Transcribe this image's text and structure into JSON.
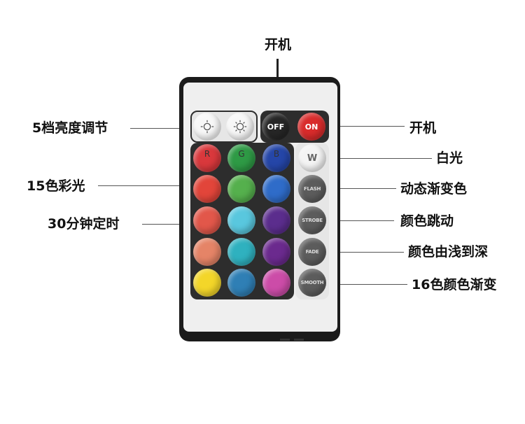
{
  "labels": {
    "power_top": "开机",
    "brightness": "5档亮度调节",
    "power_right": "开机",
    "white_light": "白光",
    "colors15": "15色彩光",
    "dynamic_fade": "动态渐变色",
    "timer30": "30分钟定时",
    "color_jump": "颜色跳动",
    "light_to_dark": "颜色由浅到深",
    "colors16": "16色颜色渐变"
  },
  "remote": {
    "off_label": "OFF",
    "on_label": "ON",
    "r_label": "R",
    "g_label": "G",
    "b_label": "B",
    "w_label": "W",
    "flash_label": "FLASH",
    "strobe_label": "STROBE",
    "fade_label": "FADE",
    "smooth_label": "SMOOTH"
  },
  "colors": {
    "red": "#d9383c",
    "green": "#2e9a45",
    "blue": "#2546a8",
    "white": "#f4f4f4",
    "orange_red": "#e2453a",
    "light_green": "#55b04d",
    "sky_blue": "#2f6cc9",
    "salmon": "#e2574a",
    "cyan": "#59c7de",
    "purple": "#5b2d8d",
    "peach": "#e58467",
    "teal": "#2fb1bf",
    "violet": "#6b2a8e",
    "yellow": "#f3d629",
    "ocean": "#2f7fb5",
    "magenta": "#cc4ca8",
    "gray_btn": "#5c5c5c",
    "power_off": "#262626",
    "power_on": "#d92b2b"
  }
}
